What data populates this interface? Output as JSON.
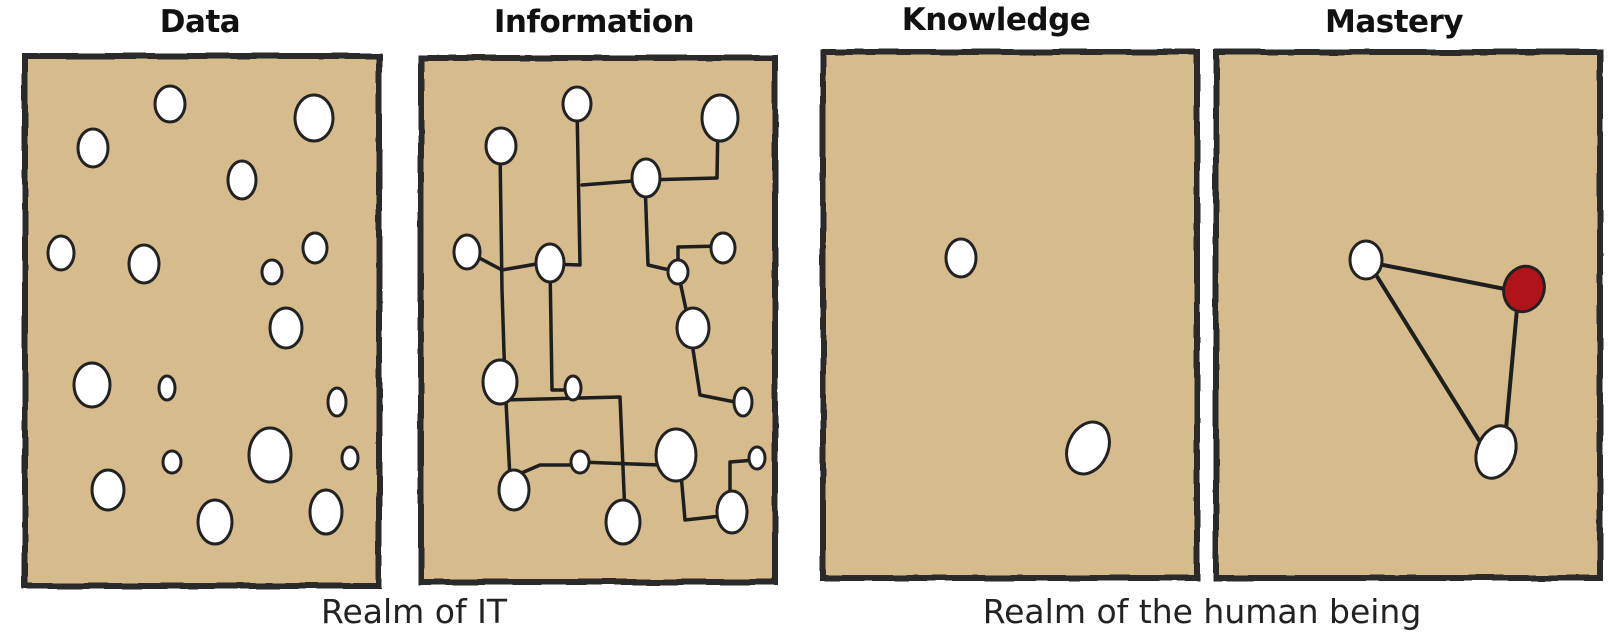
{
  "panels": [
    {
      "title": "Data"
    },
    {
      "title": "Information"
    },
    {
      "title": "Knowledge"
    },
    {
      "title": "Mastery"
    }
  ],
  "realms": {
    "it": "Realm of IT",
    "human": "Realm of the human being"
  },
  "colors": {
    "panel_fill": "#d6bb8c",
    "panel_border": "#2b2b2b",
    "dot_fill": "#ffffff",
    "highlight_dot": "#b0141a",
    "line": "#1e1e1e"
  }
}
